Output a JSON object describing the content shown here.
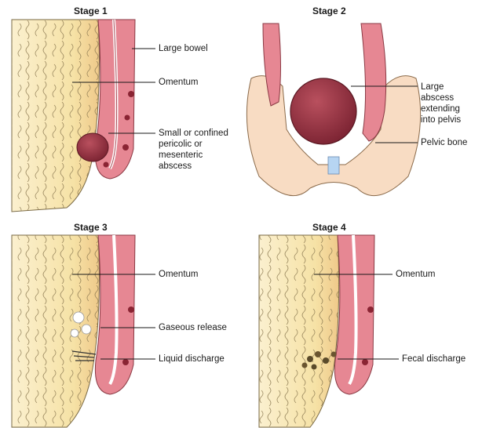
{
  "stage1": {
    "title": "Stage 1",
    "labels": {
      "large_bowel": "Large bowel",
      "omentum": "Omentum",
      "abscess_l1": "Small or confined",
      "abscess_l2": "pericolic or",
      "abscess_l3": "mesenteric",
      "abscess_l4": "abscess"
    }
  },
  "stage2": {
    "title": "Stage 2",
    "labels": {
      "abscess_l1": "Large",
      "abscess_l2": "abscess",
      "abscess_l3": "extending",
      "abscess_l4": "into pelvis",
      "pelvic_bone": "Pelvic bone"
    }
  },
  "stage3": {
    "title": "Stage 3",
    "labels": {
      "omentum": "Omentum",
      "gaseous_release": "Gaseous release",
      "liquid_discharge": "Liquid discharge"
    }
  },
  "stage4": {
    "title": "Stage 4",
    "labels": {
      "omentum": "Omentum",
      "fecal_discharge": "Fecal discharge"
    }
  },
  "colors": {
    "omentum": "#f6e3a8",
    "bowel": "#e3808c",
    "abscess": "#8e2f3e",
    "bone": "#f7dcc2",
    "leader": "#1a1a1a"
  }
}
